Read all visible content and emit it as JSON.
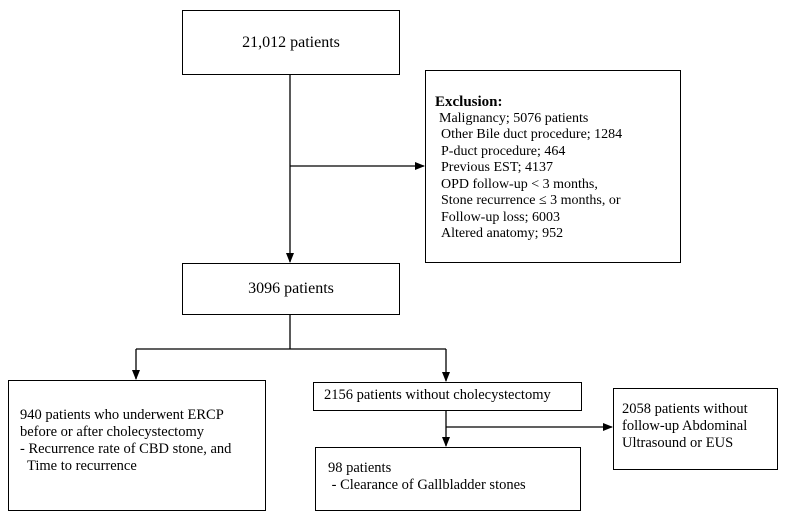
{
  "boxes": {
    "total": "21,012 patients",
    "exclusion": {
      "title": "Exclusion:",
      "items": [
        "Malignancy; 5076 patients",
        "Other Bile duct procedure; 1284",
        "P-duct procedure; 464",
        "Previous EST; 4137",
        "OPD follow-up < 3 months,",
        "Stone recurrence ≤ 3 months, or",
        "Follow-up loss; 6003",
        "Altered anatomy; 952"
      ]
    },
    "included": "3096 patients",
    "ercp": {
      "lines": [
        "940 patients who underwent ERCP",
        "before or after cholecystectomy",
        "- Recurrence rate of CBD stone, and",
        "  Time to recurrence"
      ]
    },
    "no_chole": "2156 patients without cholecystectomy",
    "no_followup": {
      "lines": [
        "2058 patients without",
        "follow-up Abdominal",
        "Ultrasound or EUS"
      ]
    },
    "clearance": {
      "lines": [
        "98 patients",
        " - Clearance of Gallbladder stones"
      ]
    }
  }
}
